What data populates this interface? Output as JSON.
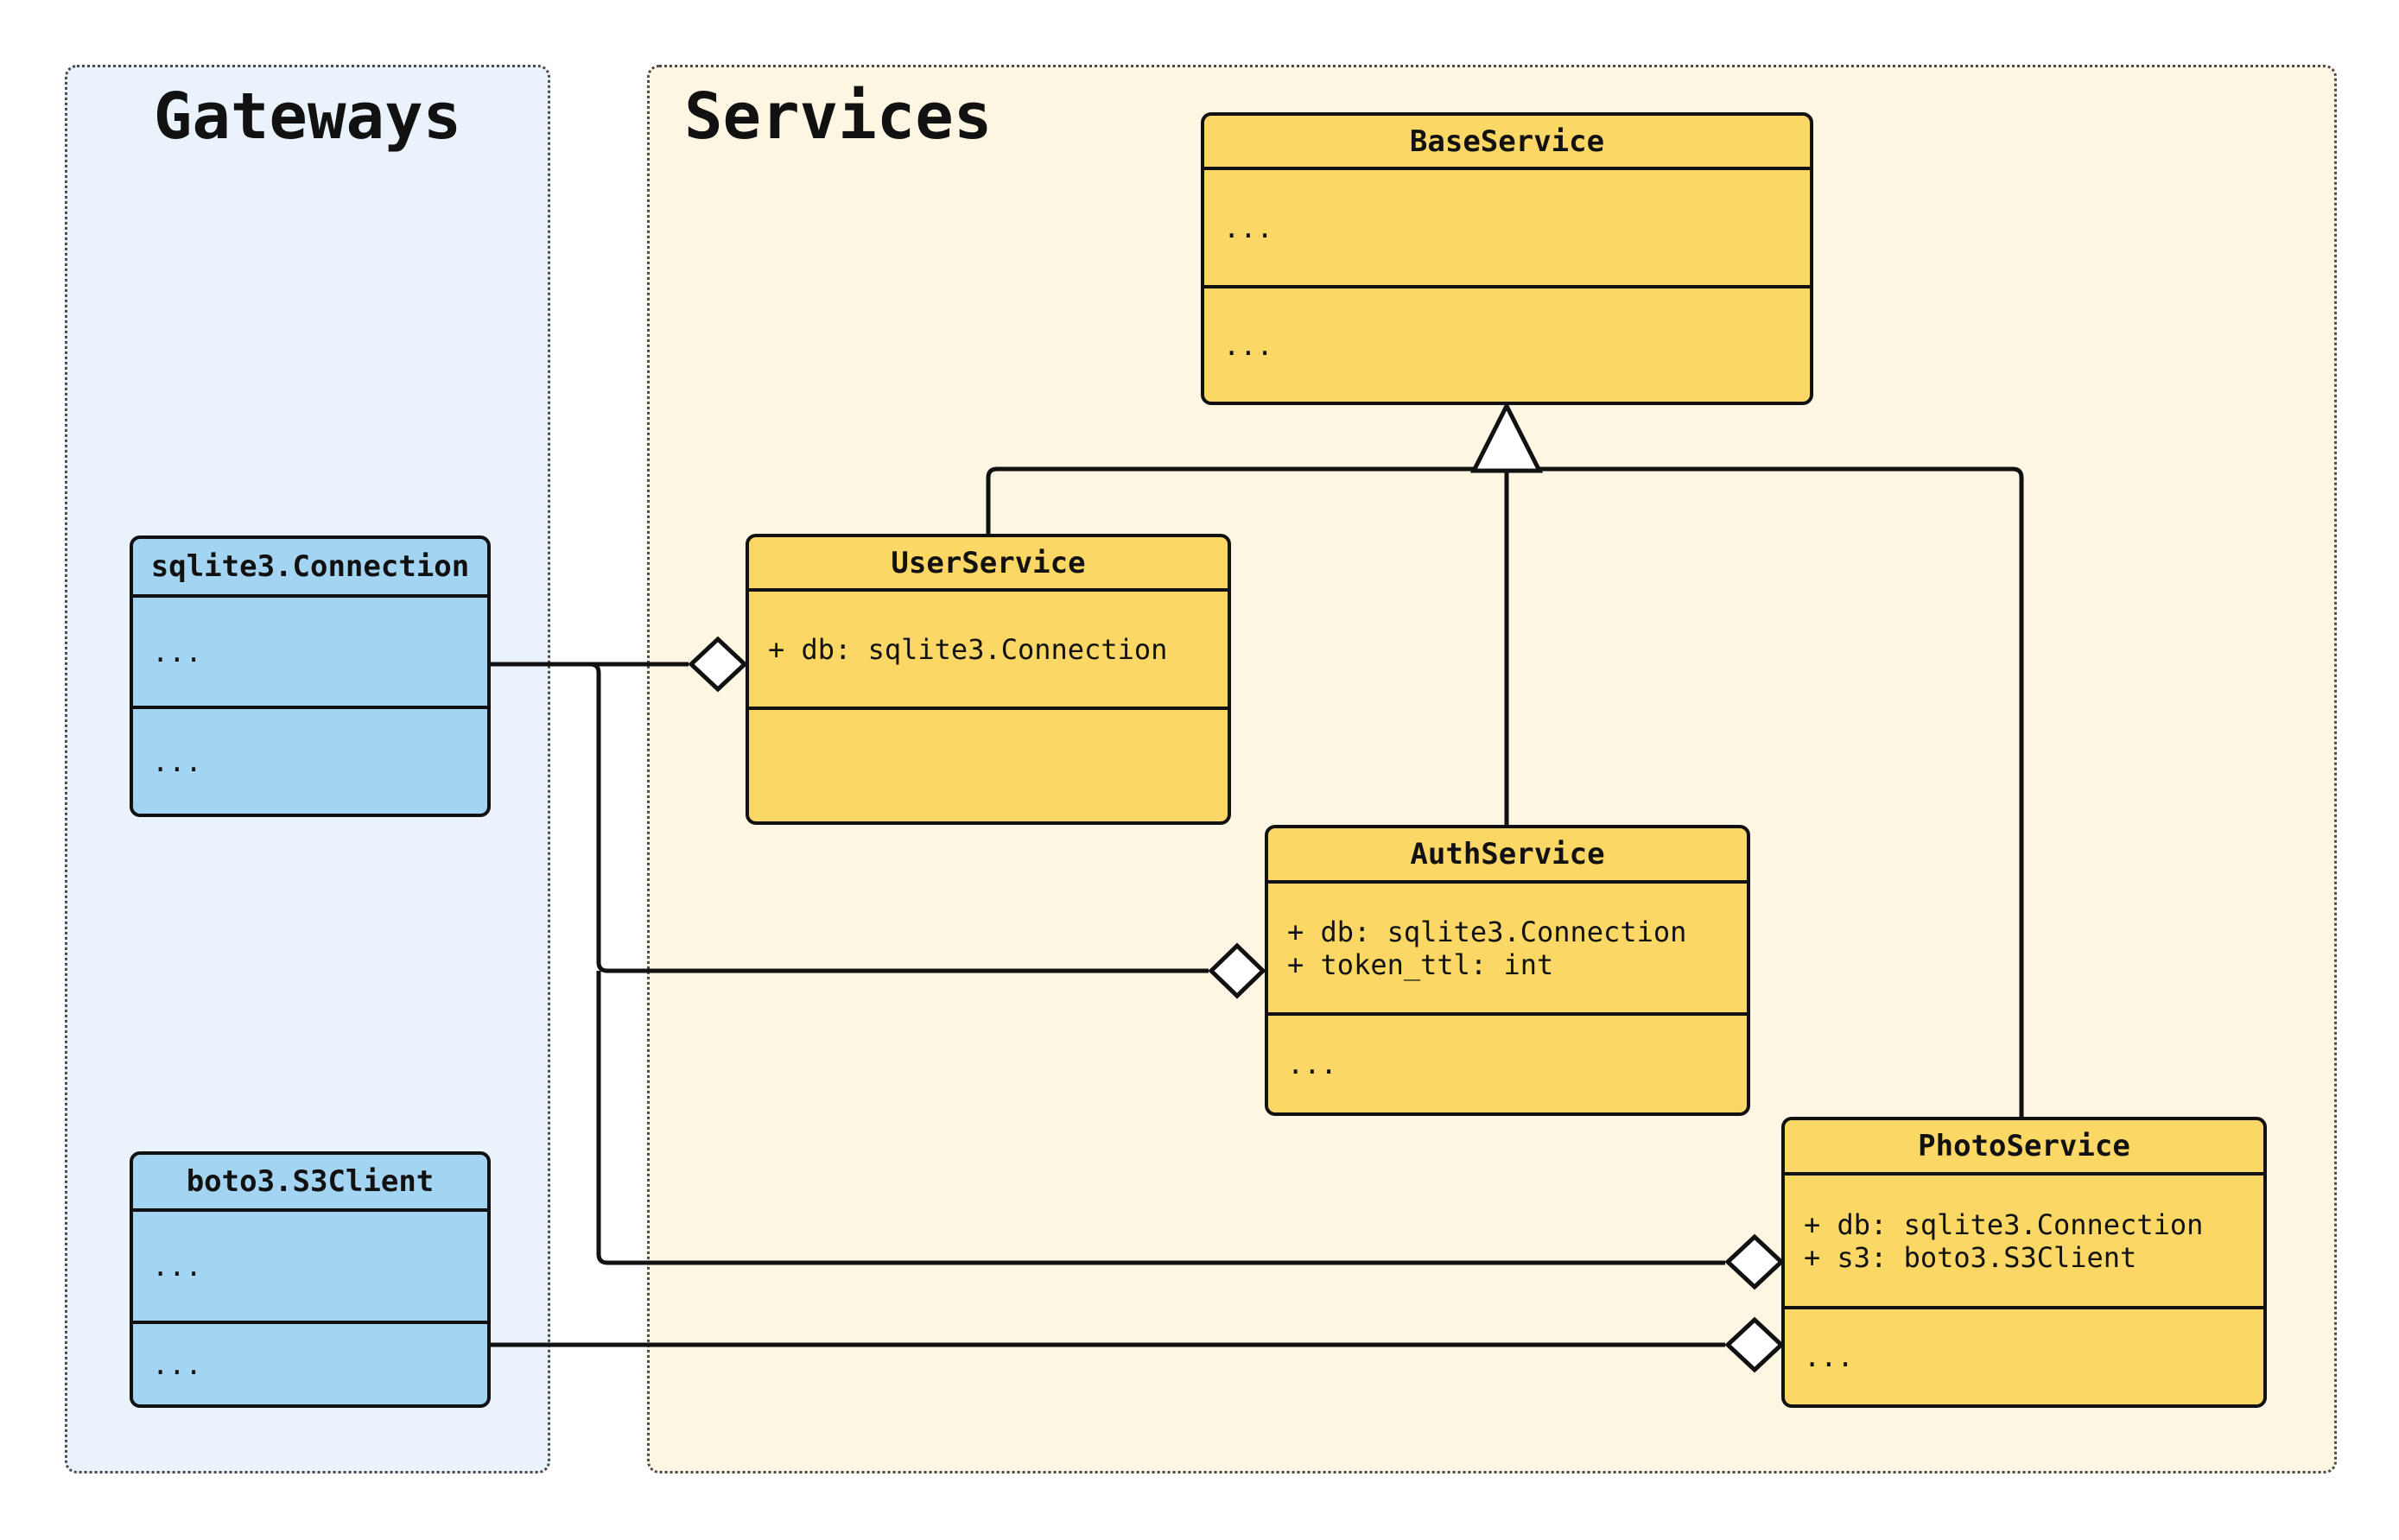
{
  "panels": {
    "gateways": {
      "title": "Gateways"
    },
    "services": {
      "title": "Services"
    }
  },
  "classes": {
    "base_service": {
      "name": "BaseService",
      "attributes": [
        "..."
      ],
      "methods": [
        "..."
      ]
    },
    "user_service": {
      "name": "UserService",
      "attributes": [
        "+ db: sqlite3.Connection"
      ],
      "methods": []
    },
    "auth_service": {
      "name": "AuthService",
      "attributes": [
        "+ db: sqlite3.Connection",
        "+ token_ttl: int"
      ],
      "methods": [
        "..."
      ]
    },
    "photo_service": {
      "name": "PhotoService",
      "attributes": [
        "+ db: sqlite3.Connection",
        "+ s3: boto3.S3Client"
      ],
      "methods": [
        "..."
      ]
    },
    "sqlite_connection": {
      "name": "sqlite3.Connection",
      "attributes": [
        "..."
      ],
      "methods": [
        "..."
      ]
    },
    "boto3_s3client": {
      "name": "boto3.S3Client",
      "attributes": [
        "..."
      ],
      "methods": [
        "..."
      ]
    }
  },
  "relationships": [
    {
      "type": "inheritance",
      "from": "UserService",
      "to": "BaseService"
    },
    {
      "type": "inheritance",
      "from": "AuthService",
      "to": "BaseService"
    },
    {
      "type": "inheritance",
      "from": "PhotoService",
      "to": "BaseService"
    },
    {
      "type": "aggregation",
      "owner": "UserService",
      "part": "sqlite3.Connection"
    },
    {
      "type": "aggregation",
      "owner": "AuthService",
      "part": "sqlite3.Connection"
    },
    {
      "type": "aggregation",
      "owner": "PhotoService",
      "part": "sqlite3.Connection"
    },
    {
      "type": "aggregation",
      "owner": "PhotoService",
      "part": "boto3.S3Client"
    }
  ],
  "colors": {
    "service_node_fill": "#FBD765",
    "gateway_node_fill": "#A3D4F1",
    "gateways_panel_fill": "#EAF2FB",
    "services_panel_fill": "#FDF6E3",
    "line": "#111111",
    "page_background": "#FFFFFF"
  }
}
